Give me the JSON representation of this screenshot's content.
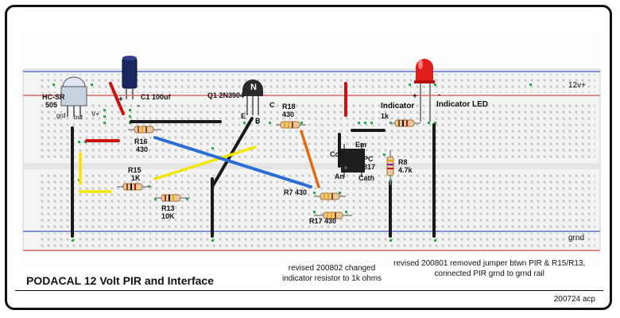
{
  "title": "PODACAL 12 Volt  PIR and Interface",
  "revision_notes": [
    {
      "line1": "revised 200802 changed",
      "line2": "indicator resistor to 1k ohms"
    },
    {
      "line1": "revised 200801  removed jumper btwn PIR & R15/R13,",
      "line2": "connected PIR grnd to grnd rail"
    }
  ],
  "date_code": "200724 acp",
  "rail_labels": {
    "top": "12v+",
    "bottom": "grnd"
  },
  "labels": {
    "pir_name": "HC-SR",
    "pir_model": "505",
    "pir_pins": [
      "grd",
      "out",
      "V+"
    ],
    "c1": "C1 100uf",
    "c1_plus": "+",
    "c1_minus": "-",
    "q1": "Q1 2N3904",
    "q1_glyph": "N",
    "q1_c": "C",
    "q1_e": "E",
    "q1_b": "B",
    "r18": "R18",
    "r18_val": "430",
    "r16": "R16",
    "r16_val": "430",
    "r15": "R15",
    "r15_val": "1K",
    "r13": "R13",
    "r13_val": "10K",
    "r7": "R7 430",
    "r17": "R17 430",
    "r8": "R8",
    "r8_val": "4.7k",
    "pc_coll": "Coll",
    "pc_em": "Em",
    "pc_name": "PC",
    "pc_model": "817",
    "pc_cath": "Cath",
    "pc_an": "An",
    "indicator": "Indicator",
    "indicator_val": "1k",
    "indicator_led": "Indicator LED",
    "led_plus": "+",
    "led_minus": "-"
  },
  "colors": {
    "rail_red": "#d94a4a",
    "rail_blue": "#3a55c8",
    "hole_green": "#22b14c",
    "jumper_red": "#cc1111",
    "jumper_yellow": "#f2e500",
    "jumper_black": "#1a1a1a",
    "jumper_blue": "#2b6fd6",
    "jumper_orange": "#e06a10",
    "led_red": "#e21b1b",
    "capacitor": "#1b2760"
  }
}
